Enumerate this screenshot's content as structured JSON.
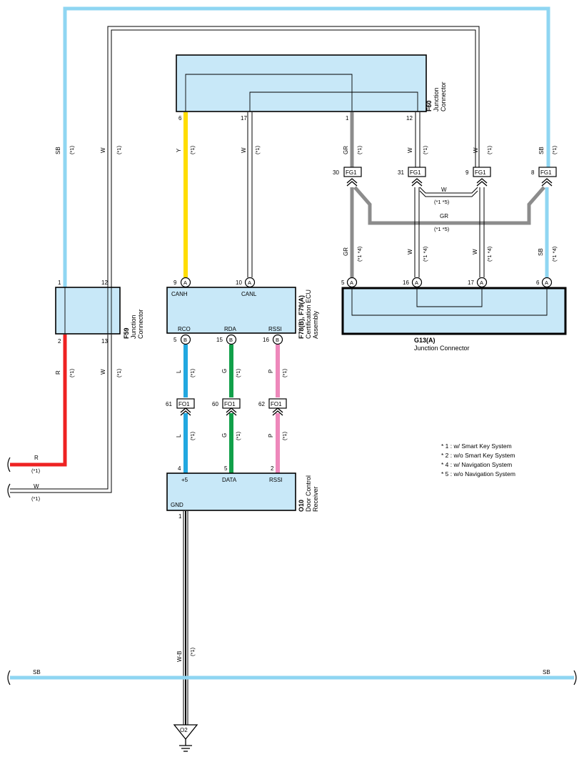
{
  "components": {
    "f60": {
      "id": "F60",
      "name_line1": "Junction",
      "name_line2": "Connector",
      "pins": {
        "p6": "6",
        "p17": "17",
        "p1": "1",
        "p12": "12"
      }
    },
    "f59": {
      "id": "F59",
      "name_line1": "Junction",
      "name_line2": "Connector",
      "pins": {
        "p1": "1",
        "p12": "12",
        "p2": "2",
        "p13": "13"
      }
    },
    "ecu": {
      "id": "F78(B), F79(A)",
      "name_line1": "Certification ECU",
      "name_line2": "Assembly",
      "pins": {
        "canh": {
          "num": "9",
          "conn": "A",
          "label": "CANH"
        },
        "canl": {
          "num": "10",
          "conn": "A",
          "label": "CANL"
        },
        "rco": {
          "num": "5",
          "conn": "B",
          "label": "RCO"
        },
        "rda": {
          "num": "15",
          "conn": "B",
          "label": "RDA"
        },
        "rssi": {
          "num": "16",
          "conn": "B",
          "label": "RSSI"
        }
      }
    },
    "g13": {
      "id": "G13(A)",
      "name": "Junction Connector",
      "pins": {
        "p5": "5",
        "p16": "16",
        "p17": "17",
        "p6": "6",
        "conn": "A"
      }
    },
    "o10": {
      "id": "O10",
      "name_line1": "Door Control",
      "name_line2": "Receiver",
      "pins": {
        "plus5": {
          "num": "4",
          "label": "+5"
        },
        "data": {
          "num": "5",
          "label": "DATA"
        },
        "rssi": {
          "num": "2",
          "label": "RSSI"
        },
        "gnd": {
          "num": "1",
          "label": "GND"
        }
      }
    },
    "ground": {
      "id": "O2"
    }
  },
  "inline_connectors": {
    "fg1": {
      "label": "FG1",
      "pins": [
        "30",
        "31",
        "9",
        "8"
      ]
    },
    "fo1": {
      "label": "FO1",
      "pins": [
        "61",
        "60",
        "62"
      ]
    }
  },
  "wires": {
    "sb_left": {
      "color": "SB",
      "note": "(*1)"
    },
    "w_left": {
      "color": "W",
      "note": "(*1)"
    },
    "y_canh": {
      "color": "Y",
      "note": "(*1)"
    },
    "w_canl": {
      "color": "W",
      "note": "(*1)"
    },
    "gr_f60": {
      "color": "GR",
      "note": "(*1)"
    },
    "w_f60_12": {
      "color": "W",
      "note": "(*1)"
    },
    "w_top": {
      "color": "W",
      "note": "(*1)"
    },
    "sb_top": {
      "color": "SB",
      "note": "(*1)"
    },
    "gr_g13": {
      "color": "GR",
      "note": "(*1 *4)"
    },
    "w_g13_16": {
      "color": "W",
      "note": "(*1 *4)"
    },
    "w_g13_17": {
      "color": "W",
      "note": "(*1 *4)"
    },
    "sb_g13": {
      "color": "SB",
      "note": "(*1 *4)"
    },
    "w_cross": {
      "color": "W",
      "note": "(*1 *5)"
    },
    "gr_cross": {
      "color": "GR",
      "note": "(*1 *5)"
    },
    "r_f59": {
      "color": "R",
      "note": "(*1)"
    },
    "w_f59": {
      "color": "W",
      "note": "(*1)"
    },
    "l_ecu": {
      "color": "L",
      "note": "(*1)"
    },
    "g_ecu": {
      "color": "G",
      "note": "(*1)"
    },
    "p_ecu": {
      "color": "P",
      "note": "(*1)"
    },
    "l_rx": {
      "color": "L",
      "note": "(*1)"
    },
    "g_rx": {
      "color": "G",
      "note": "(*1)"
    },
    "p_rx": {
      "color": "P",
      "note": "(*1)"
    },
    "r_out": {
      "color": "R",
      "note": "(*1)"
    },
    "w_out": {
      "color": "W",
      "note": "(*1)"
    },
    "wb_gnd": {
      "color": "W-B",
      "note": "(*1)"
    },
    "sb_bottom": {
      "color": "SB"
    }
  },
  "notes": [
    "* 1 : w/ Smart Key System",
    "* 2 : w/o Smart Key System",
    "* 4 : w/ Navigation System",
    "* 5 : w/o Navigation System"
  ],
  "wire_colors": {
    "SB": "#8fd6f2",
    "Y": "#ffdd00",
    "GR": "#8c8c8c",
    "R": "#ee2222",
    "L": "#22a8e0",
    "G": "#12a04a",
    "P": "#ee88bb",
    "W": "#ffffff"
  }
}
